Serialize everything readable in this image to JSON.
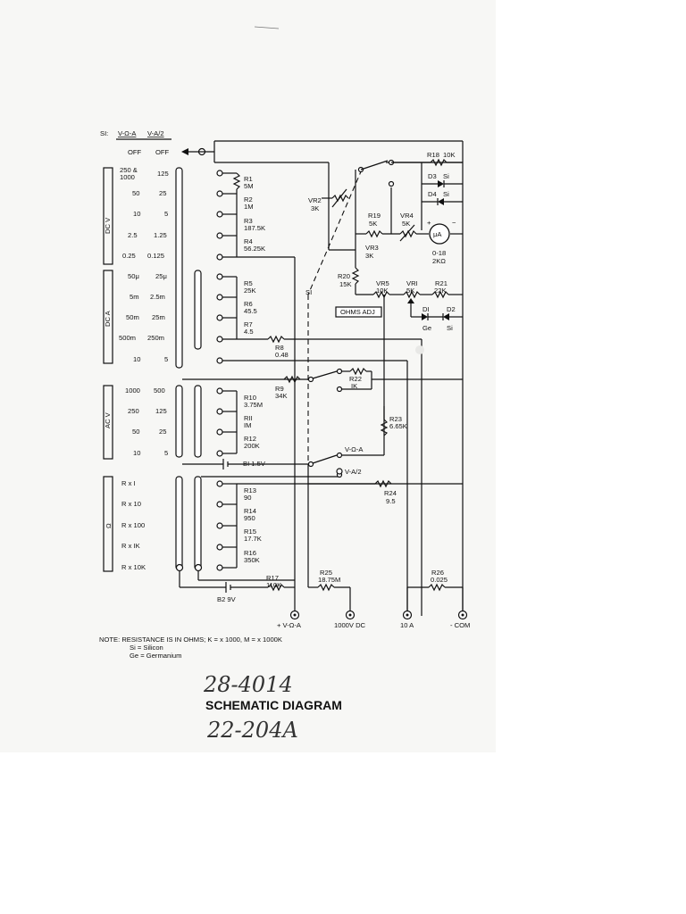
{
  "switch": {
    "label": "SI:",
    "col1_header": "V-Ω-A",
    "col2_header": "V-A/2",
    "off": [
      "OFF",
      "OFF"
    ]
  },
  "sections": [
    {
      "name": "DC V",
      "rows": [
        [
          "250 &",
          "125"
        ],
        [
          "1000",
          ""
        ],
        [
          "50",
          "25"
        ],
        [
          "10",
          "5"
        ],
        [
          "2.5",
          "1.25"
        ],
        [
          "0.25",
          "0.125"
        ]
      ]
    },
    {
      "name": "DC A",
      "rows": [
        [
          "50μ",
          "25μ"
        ],
        [
          "5m",
          "2.5m"
        ],
        [
          "50m",
          "25m"
        ],
        [
          "500m",
          "250m"
        ],
        [
          "10",
          "5"
        ]
      ]
    },
    {
      "name": "AC V",
      "rows": [
        [
          "1000",
          "500"
        ],
        [
          "250",
          "125"
        ],
        [
          "50",
          "25"
        ],
        [
          "10",
          "5"
        ]
      ]
    },
    {
      "name": "Ω",
      "rows": [
        [
          "R x I",
          ""
        ],
        [
          "R x 10",
          ""
        ],
        [
          "R x 100",
          ""
        ],
        [
          "R x IK",
          ""
        ],
        [
          "R x 10K",
          ""
        ]
      ]
    }
  ],
  "resistors": {
    "R1": [
      "R1",
      "5M"
    ],
    "R2": [
      "R2",
      "1M"
    ],
    "R3": [
      "R3",
      "187.5K"
    ],
    "R4": [
      "R4",
      "56.25K"
    ],
    "R5": [
      "R5",
      "25K"
    ],
    "R6": [
      "R6",
      "45.5"
    ],
    "R7": [
      "R7",
      "4.5"
    ],
    "R8": [
      "R8",
      "0.48"
    ],
    "R9": [
      "R9",
      "34K"
    ],
    "R10": [
      "R10",
      "3.75M"
    ],
    "R11": [
      "RII",
      "IM"
    ],
    "R12": [
      "R12",
      "200K"
    ],
    "R13": [
      "R13",
      "90"
    ],
    "R14": [
      "R14",
      "950"
    ],
    "R15": [
      "R15",
      "17.7K"
    ],
    "R16": [
      "R16",
      "350K"
    ],
    "R17": [
      "R17",
      "110K"
    ],
    "R18": [
      "R18",
      "10K"
    ],
    "R19": [
      "R19",
      "5K"
    ],
    "R20": [
      "R20",
      "15K"
    ],
    "R21": [
      "R21",
      "22K"
    ],
    "R22": [
      "R22",
      "IK"
    ],
    "R23": [
      "R23",
      "6.65K"
    ],
    "R24": [
      "R24",
      "9.5"
    ],
    "R25": [
      "R25",
      "18.75M"
    ],
    "R26": [
      "R26",
      "0.025"
    ]
  },
  "pots": {
    "VR1": [
      "VRI",
      "5K"
    ],
    "VR2": [
      "VR2",
      "3K"
    ],
    "VR3": [
      "VR3",
      "3K"
    ],
    "VR4": [
      "VR4",
      "5K"
    ],
    "VR5": [
      "VR5",
      "10K"
    ]
  },
  "diodes": {
    "D1": [
      "DI",
      "Ge"
    ],
    "D2": [
      "D2",
      "Si"
    ],
    "D3": [
      "D3",
      "Si"
    ],
    "D4": [
      "D4",
      "Si"
    ]
  },
  "meter": {
    "symbol": "μA",
    "range": "0-18",
    "resistance": "2KΩ"
  },
  "batteries": {
    "B1": "BI 1.5V",
    "B2": "B2 9V"
  },
  "switch_labels": {
    "s1": "SI",
    "ohms_adj": "OHMS ADJ",
    "v_ohm_a": "V-Ω-A",
    "v_a2": "V-A/2"
  },
  "terminals": [
    "+ V-Ω-A",
    "1000V DC",
    "10 A",
    "- COM"
  ],
  "note": {
    "line1": "NOTE:  RESISTANCE IS IN OHMS;  K = x 1000,  M = x 1000K",
    "line2": "Si = Silicon",
    "line3": "Ge = Germanium"
  },
  "handwritten_top": "28-4014",
  "title": "SCHEMATIC DIAGRAM",
  "handwritten_bottom": "22-204A"
}
